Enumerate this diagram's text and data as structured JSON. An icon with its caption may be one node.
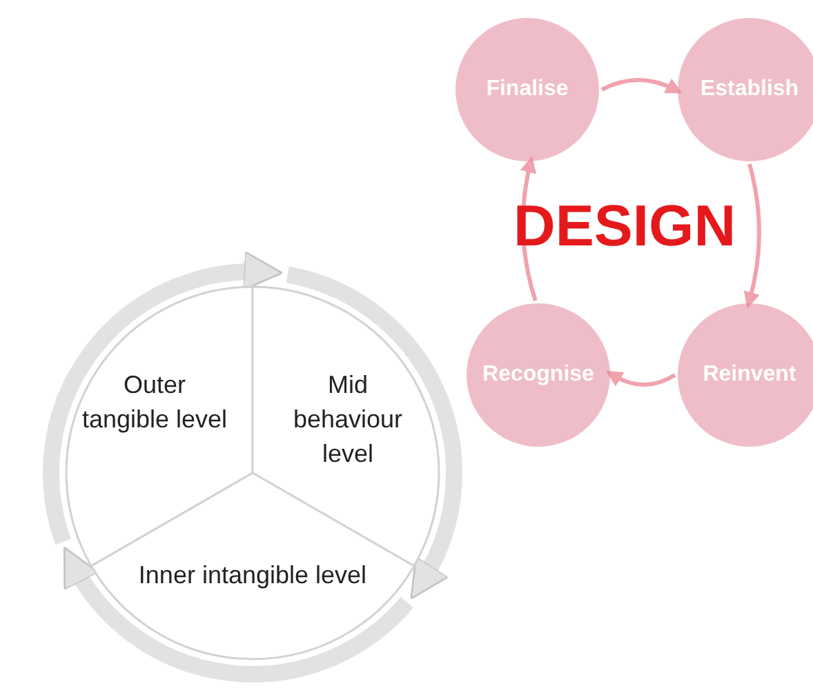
{
  "diagram": {
    "nodes": [
      {
        "text": [
          "Finalise"
        ]
      },
      {
        "text": [
          "Establish"
        ]
      },
      {
        "text": [
          "Reinvent"
        ]
      },
      {
        "text": [
          "Recognise"
        ]
      },
      {
        "text": [
          "Outer tangible level"
        ]
      },
      {
        "text": [
          "Mid behaviour level"
        ]
      },
      {
        "text": [
          "Inner intangible level"
        ]
      }
    ],
    "edges": [
      {
        "from": 0,
        "to": 1,
        "arrow": "to"
      },
      {
        "from": 1,
        "to": 2,
        "arrow": "to"
      },
      {
        "from": 2,
        "to": 3,
        "arrow": "to"
      },
      {
        "from": 3,
        "to": 0,
        "arrow": "to"
      },
      {
        "from": 4,
        "to": 5,
        "arrow": "to",
        "style": "thick",
        "color": "#e2e2e2"
      },
      {
        "from": 5,
        "to": 6,
        "arrow": "to",
        "style": "thick",
        "color": "#e2e2e2"
      },
      {
        "from": 6,
        "to": 4,
        "arrow": "to",
        "style": "thick",
        "color": "#e2e2e2"
      }
    ],
    "labels": [
      "DESIGN"
    ]
  }
}
